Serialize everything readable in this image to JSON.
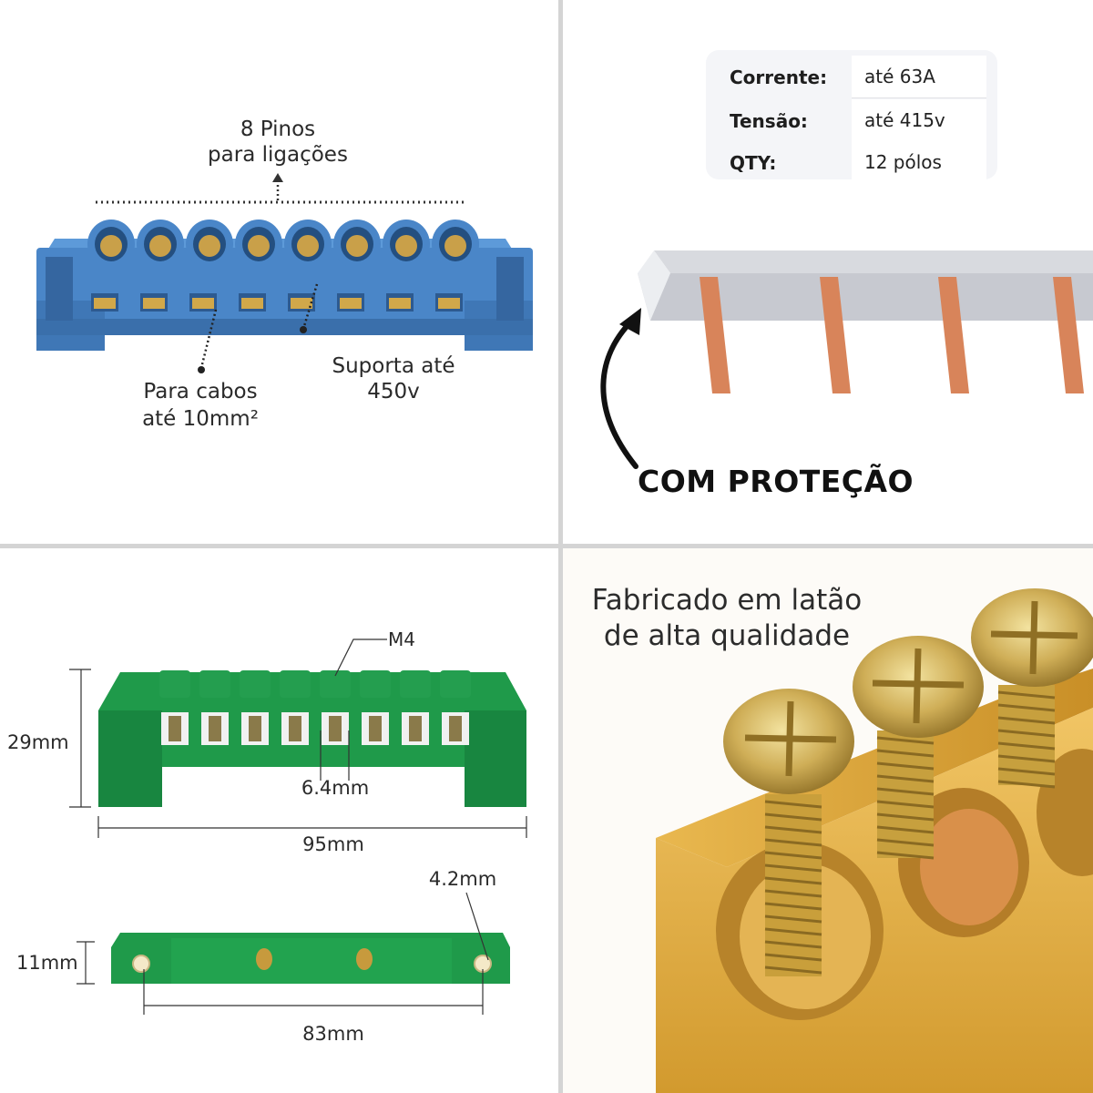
{
  "panels": {
    "top_left": {
      "label_pins_line1": "8 Pinos",
      "label_pins_line2": "para ligações",
      "label_cables_line1": "Para cabos",
      "label_cables_line2": "até 10mm²",
      "label_voltage_line1": "Suporta até",
      "label_voltage_line2": "450v",
      "product_color": "#4a8fd1",
      "pin_count": 8
    },
    "top_right": {
      "spec_table": [
        {
          "key": "Corrente:",
          "value": "até 63A"
        },
        {
          "key": "Tensão:",
          "value": "até 415v"
        },
        {
          "key": "QTY:",
          "value": "12 pólos"
        }
      ],
      "protection_label": "COM PROTEÇÃO",
      "copper_color": "#d8845a"
    },
    "bottom_left": {
      "label_m4": "M4",
      "label_height": "29mm",
      "label_pitch": "6.4mm",
      "label_length": "95mm",
      "label_hole": "4.2mm",
      "label_thickness": "11mm",
      "label_hole_spacing": "83mm",
      "product_color": "#1f9a4a"
    },
    "bottom_right": {
      "caption_line1": "Fabricado em latão",
      "caption_line2": "de alta qualidade",
      "brass_color": "#d9a640"
    }
  }
}
